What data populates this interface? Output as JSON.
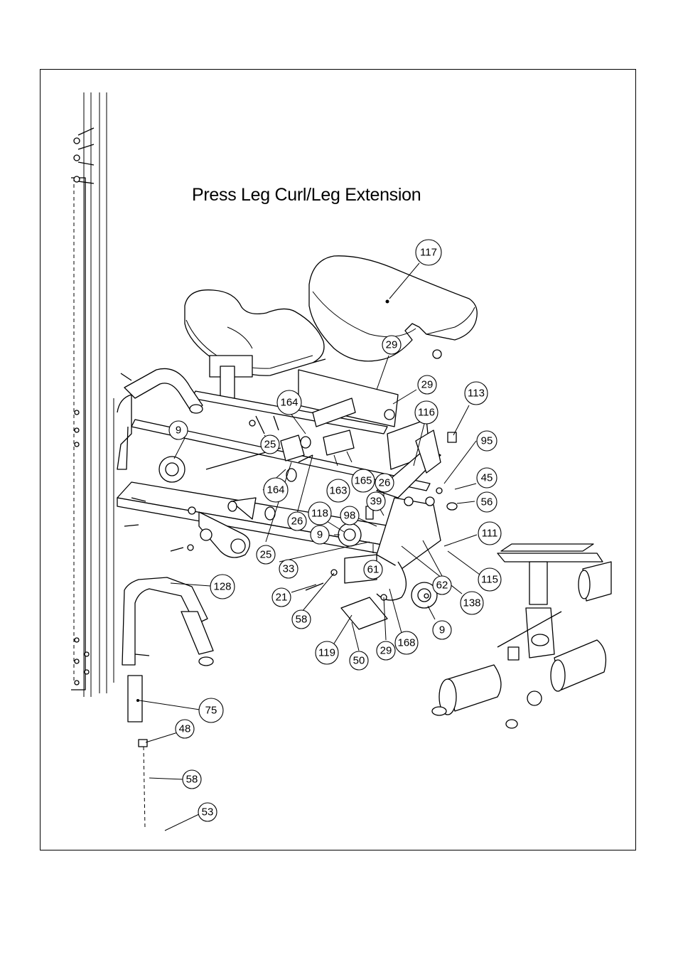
{
  "title": "Press Leg Curl/Leg Extension",
  "colors": {
    "line": "#000000",
    "background": "#ffffff"
  },
  "callouts": [
    {
      "label": "117"
    },
    {
      "label": "29"
    },
    {
      "label": "29"
    },
    {
      "label": "113"
    },
    {
      "label": "116"
    },
    {
      "label": "95"
    },
    {
      "label": "45"
    },
    {
      "label": "56"
    },
    {
      "label": "164"
    },
    {
      "label": "9"
    },
    {
      "label": "25"
    },
    {
      "label": "164"
    },
    {
      "label": "163"
    },
    {
      "label": "165"
    },
    {
      "label": "26"
    },
    {
      "label": "39"
    },
    {
      "label": "118"
    },
    {
      "label": "98"
    },
    {
      "label": "9"
    },
    {
      "label": "26"
    },
    {
      "label": "25"
    },
    {
      "label": "33"
    },
    {
      "label": "61"
    },
    {
      "label": "111"
    },
    {
      "label": "115"
    },
    {
      "label": "62"
    },
    {
      "label": "138"
    },
    {
      "label": "21"
    },
    {
      "label": "58"
    },
    {
      "label": "128"
    },
    {
      "label": "119"
    },
    {
      "label": "50"
    },
    {
      "label": "29"
    },
    {
      "label": "168"
    },
    {
      "label": "9"
    },
    {
      "label": "75"
    },
    {
      "label": "48"
    },
    {
      "label": "58"
    },
    {
      "label": "53"
    }
  ]
}
